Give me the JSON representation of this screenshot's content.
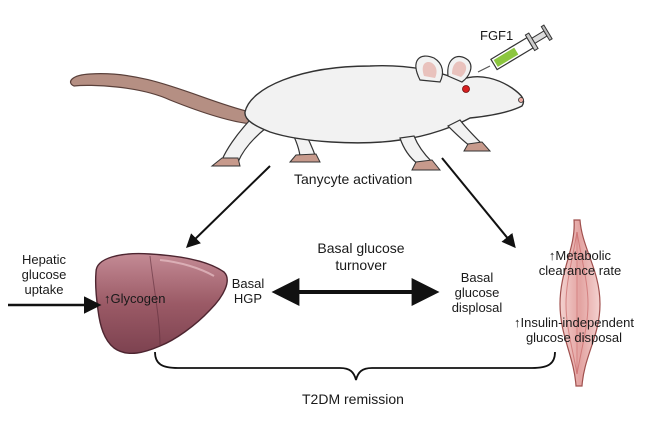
{
  "labels": {
    "fgf1": "FGF1",
    "tanycyte": "Tanycyte activation",
    "hepatic": [
      "Hepatic",
      "glucose",
      "uptake"
    ],
    "glycogen": "↑Glycogen",
    "basal_hgp": [
      "Basal",
      "HGP"
    ],
    "turnover": [
      "Basal glucose",
      "turnover"
    ],
    "disposal": [
      "Basal",
      "glucose",
      "displosal"
    ],
    "metabolic": [
      "↑Metabolic",
      "clearance rate"
    ],
    "insulin": [
      "↑Insulin-independent",
      "glucose disposal"
    ],
    "remission": "T2DM remission"
  },
  "colors": {
    "liver": "#9b5a66",
    "liver_highlight": "#c48b95",
    "mouse": "#f2f2f2",
    "tail": "#b58f83",
    "eye": "#d62020",
    "syringe_fluid": "#8cc63f",
    "muscle": "#e8b0ae",
    "muscle_stripe": "#c96a6a"
  },
  "icons": {
    "mouse": "mouse-illustration",
    "syringe": "syringe-icon",
    "liver": "liver-illustration",
    "muscle": "muscle-illustration"
  }
}
